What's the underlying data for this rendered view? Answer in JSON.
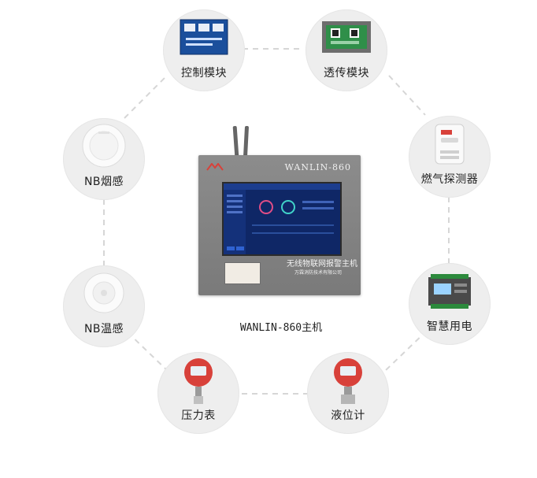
{
  "diagram": {
    "center": {
      "model": "WANLIN-860",
      "screen_caption": "无线物联网报警主机",
      "vendor": "万霖消防技术有限公司",
      "caption": "WANLIN-860主机"
    },
    "nodes": [
      {
        "id": "control",
        "label": "控制模块",
        "icon": "control-module-icon"
      },
      {
        "id": "transmit",
        "label": "透传模块",
        "icon": "transmission-module-icon"
      },
      {
        "id": "gas",
        "label": "燃气探测器",
        "icon": "gas-detector-icon"
      },
      {
        "id": "power",
        "label": "智慧用电",
        "icon": "smart-electricity-icon"
      },
      {
        "id": "level",
        "label": "液位计",
        "icon": "level-gauge-icon"
      },
      {
        "id": "pressure",
        "label": "压力表",
        "icon": "pressure-gauge-icon"
      },
      {
        "id": "temp",
        "label": "NB温感",
        "icon": "temperature-sensor-icon"
      },
      {
        "id": "smoke",
        "label": "NB烟感",
        "icon": "smoke-detector-icon"
      }
    ],
    "colors": {
      "node_bg": "#eeeeee",
      "connector": "#d6d6d6",
      "device": "#7f7f7f",
      "screen": "#0f2766",
      "accent_red": "#d8413a"
    }
  }
}
